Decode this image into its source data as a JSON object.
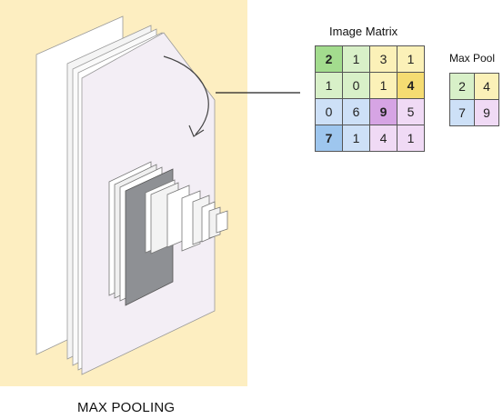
{
  "caption": "MAX POOLING",
  "image_matrix": {
    "title": "Image Matrix",
    "rows": [
      [
        {
          "v": "2",
          "c": "#a3dc8e",
          "b": true
        },
        {
          "v": "1",
          "c": "#d8f0c8"
        },
        {
          "v": "3",
          "c": "#fbf1b8"
        },
        {
          "v": "1",
          "c": "#fbf1b8"
        }
      ],
      [
        {
          "v": "1",
          "c": "#d8f0c8"
        },
        {
          "v": "0",
          "c": "#d8f0c8"
        },
        {
          "v": "1",
          "c": "#fbf1b8"
        },
        {
          "v": "4",
          "c": "#f5dc72",
          "b": true
        }
      ],
      [
        {
          "v": "0",
          "c": "#cde0f7"
        },
        {
          "v": "6",
          "c": "#cde0f7"
        },
        {
          "v": "9",
          "c": "#d6a4e4",
          "b": true
        },
        {
          "v": "5",
          "c": "#f0daf5"
        }
      ],
      [
        {
          "v": "7",
          "c": "#9ec6ee",
          "b": true
        },
        {
          "v": "1",
          "c": "#cde0f7"
        },
        {
          "v": "4",
          "c": "#f0daf5"
        },
        {
          "v": "1",
          "c": "#f0daf5"
        }
      ]
    ]
  },
  "max_pool": {
    "title": "Max Pool",
    "rows": [
      [
        {
          "v": "2",
          "c": "#d8f0c8"
        },
        {
          "v": "4",
          "c": "#fbf1b8"
        }
      ],
      [
        {
          "v": "7",
          "c": "#cde0f7"
        },
        {
          "v": "9",
          "c": "#f0daf5"
        }
      ]
    ]
  }
}
